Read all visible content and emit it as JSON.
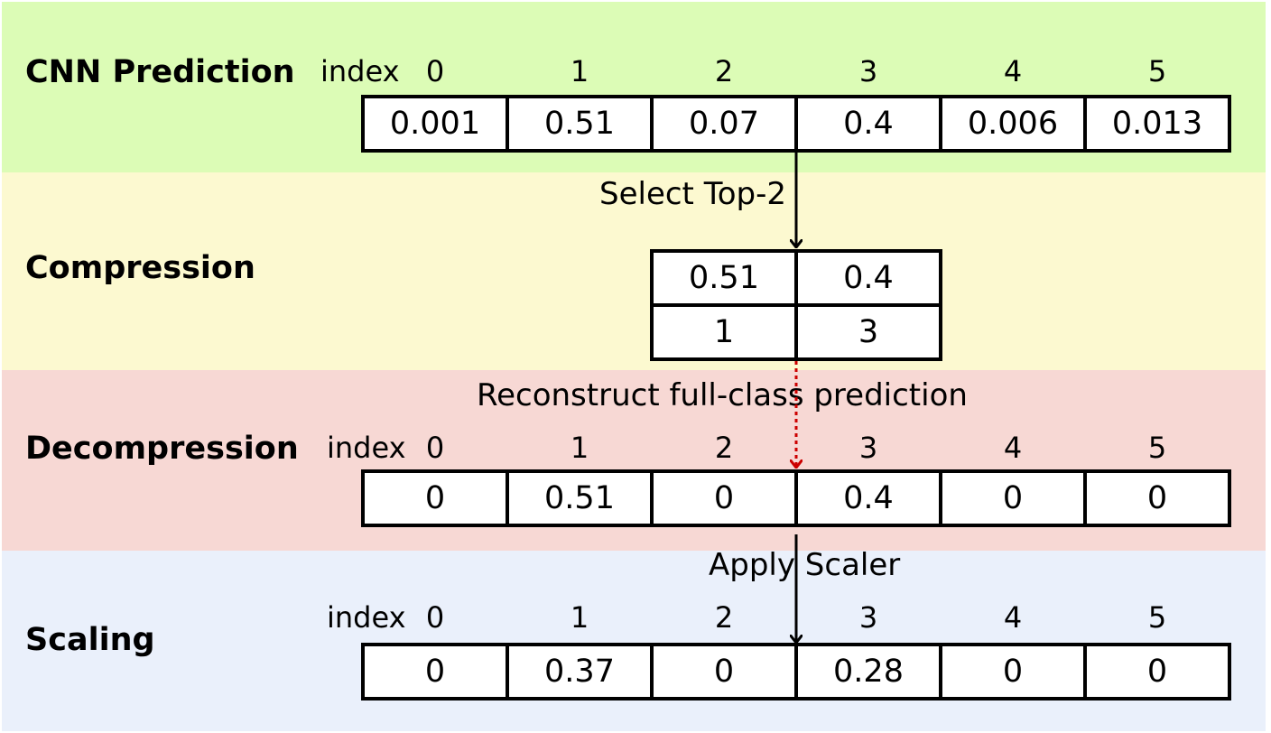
{
  "colors": {
    "band_prediction": "#dcfcb6",
    "band_compression": "#fcf9d0",
    "band_decompression": "#f7d8d4",
    "band_scaling": "#eaf0fb",
    "cell_border": "#000000",
    "arrow": "#000000",
    "dashed_arrow": "#cc0000"
  },
  "stages": {
    "prediction": {
      "label": "CNN Prediction",
      "index_label": "index",
      "indices": [
        "0",
        "1",
        "2",
        "3",
        "4",
        "5"
      ],
      "values": [
        "0.001",
        "0.51",
        "0.07",
        "0.4",
        "0.006",
        "0.013"
      ]
    },
    "compression": {
      "label": "Compression",
      "values": [
        "0.51",
        "0.4"
      ],
      "indices": [
        "1",
        "3"
      ]
    },
    "decompression": {
      "label": "Decompression",
      "index_label": "index",
      "indices": [
        "0",
        "1",
        "2",
        "3",
        "4",
        "5"
      ],
      "values": [
        "0",
        "0.51",
        "0",
        "0.4",
        "0",
        "0"
      ]
    },
    "scaling": {
      "label": "Scaling",
      "index_label": "index",
      "indices": [
        "0",
        "1",
        "2",
        "3",
        "4",
        "5"
      ],
      "values": [
        "0",
        "0.37",
        "0",
        "0.28",
        "0",
        "0"
      ]
    }
  },
  "arrows": {
    "select": "Select Top-2",
    "reconstruct": "Reconstruct full-class prediction",
    "scale": "Apply Scaler"
  }
}
